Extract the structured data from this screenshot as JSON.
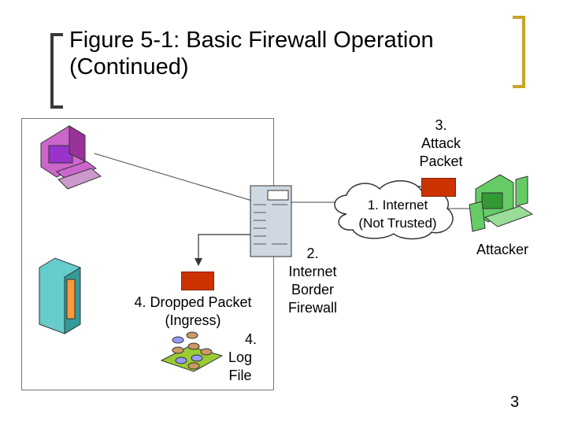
{
  "slide": {
    "title": "Figure 5-1: Basic Firewall Operation (Continued)",
    "page_number": "3"
  },
  "labels": {
    "attack_packet": [
      "3.",
      "Attack",
      "Packet"
    ],
    "internet": [
      "1. Internet",
      "(Not Trusted)"
    ],
    "attacker": "Attacker",
    "firewall": [
      "2.",
      "Internet",
      "Border",
      "Firewall"
    ],
    "dropped": [
      "4. Dropped Packet",
      "(Ingress)"
    ],
    "log_file": [
      "4.",
      "Log",
      "File"
    ]
  },
  "colors": {
    "packet": "#cc3300",
    "pc_purple": "#9933cc",
    "server_teal": "#33cccc",
    "attacker_green": "#33cc33"
  },
  "icons": [
    "client-pc-icon",
    "server-icon",
    "firewall-icon",
    "internet-cloud-icon",
    "attacker-pc-icon",
    "log-database-icon"
  ]
}
